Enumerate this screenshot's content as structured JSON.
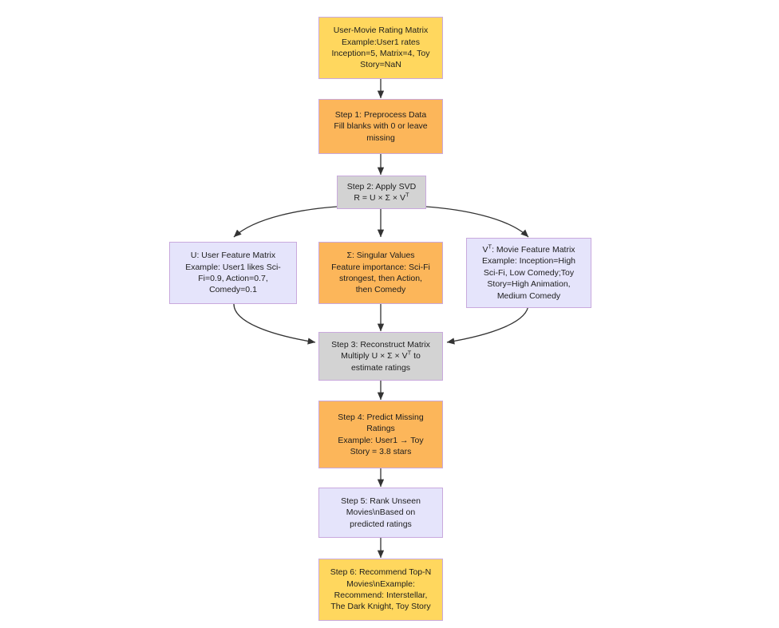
{
  "diagram": {
    "title": "SVD Recommendation Pipeline Flowchart",
    "type": "flowchart",
    "direction": "top-down",
    "background": "#ffffff",
    "edge_color": "#333333",
    "node_border_color": "#c9a9dd",
    "palette": {
      "yellow": "#ffd75e",
      "orange": "#fcb65a",
      "gray": "#d3d3d3",
      "lavender": "#e5e4fb"
    }
  },
  "nodes": {
    "rating_matrix": {
      "id": "rating-matrix",
      "fill": "yellow",
      "lines": [
        "User-Movie Rating Matrix",
        "Example:User1 rates",
        "Inception=5, Matrix=4, Toy",
        "Story=NaN"
      ]
    },
    "step1": {
      "id": "step-1-preprocess-data",
      "fill": "orange",
      "lines": [
        "Step 1: Preprocess Data",
        "Fill blanks with 0 or leave",
        "missing"
      ]
    },
    "step2": {
      "id": "step-2-apply-svd",
      "fill": "gray",
      "lines": [
        "Step 2: Apply SVD",
        "R = U × Σ × V"
      ],
      "superscript": "T"
    },
    "u_matrix": {
      "id": "u-user-feature-matrix",
      "fill": "lavender",
      "lines": [
        "U: User Feature Matrix",
        "Example: User1 likes Sci-",
        "Fi=0.9, Action=0.7,",
        "Comedy=0.1"
      ]
    },
    "sigma": {
      "id": "sigma-singular-values",
      "fill": "orange",
      "lines": [
        "Σ: Singular Values",
        "Feature importance: Sci-Fi",
        "strongest, then Action,",
        "then Comedy"
      ]
    },
    "vt_matrix": {
      "id": "vt-movie-feature-matrix",
      "fill": "lavender",
      "lines": [
        "V",
        ": Movie Feature Matrix",
        "Example: Inception=High",
        "Sci-Fi, Low Comedy;Toy",
        "Story=High Animation,",
        "Medium Comedy"
      ],
      "superscript": "T"
    },
    "step3": {
      "id": "step-3-reconstruct-matrix",
      "fill": "gray",
      "lines": [
        "Step 3: Reconstruct Matrix",
        "Multiply U × Σ × V",
        "estimate ratings"
      ],
      "superscript": "T",
      "line2_tail": " to"
    },
    "step4": {
      "id": "step-4-predict-missing-ratings",
      "fill": "orange",
      "lines": [
        "Step 4: Predict Missing",
        "Ratings",
        "Example: User1 → Toy",
        "Story = 3.8 stars"
      ]
    },
    "step5": {
      "id": "step-5-rank-unseen-movies",
      "fill": "lavender",
      "lines": [
        "Step 5: Rank Unseen",
        "Movies\\nBased on",
        "predicted ratings"
      ]
    },
    "step6": {
      "id": "step-6-recommend-top-n",
      "fill": "yellow",
      "lines": [
        "Step 6: Recommend Top-N",
        "Movies\\nExample:",
        "Recommend: Interstellar,",
        "The Dark Knight, Toy Story"
      ]
    }
  },
  "edges": [
    {
      "from": "rating_matrix",
      "to": "step1",
      "style": "straight"
    },
    {
      "from": "step1",
      "to": "step2",
      "style": "straight"
    },
    {
      "from": "step2",
      "to": "u_matrix",
      "style": "curved-left"
    },
    {
      "from": "step2",
      "to": "sigma",
      "style": "straight"
    },
    {
      "from": "step2",
      "to": "vt_matrix",
      "style": "curved-right"
    },
    {
      "from": "u_matrix",
      "to": "step3",
      "style": "curved-right"
    },
    {
      "from": "sigma",
      "to": "step3",
      "style": "straight"
    },
    {
      "from": "vt_matrix",
      "to": "step3",
      "style": "curved-left"
    },
    {
      "from": "step3",
      "to": "step4",
      "style": "straight"
    },
    {
      "from": "step4",
      "to": "step5",
      "style": "straight"
    },
    {
      "from": "step5",
      "to": "step6",
      "style": "straight"
    }
  ]
}
